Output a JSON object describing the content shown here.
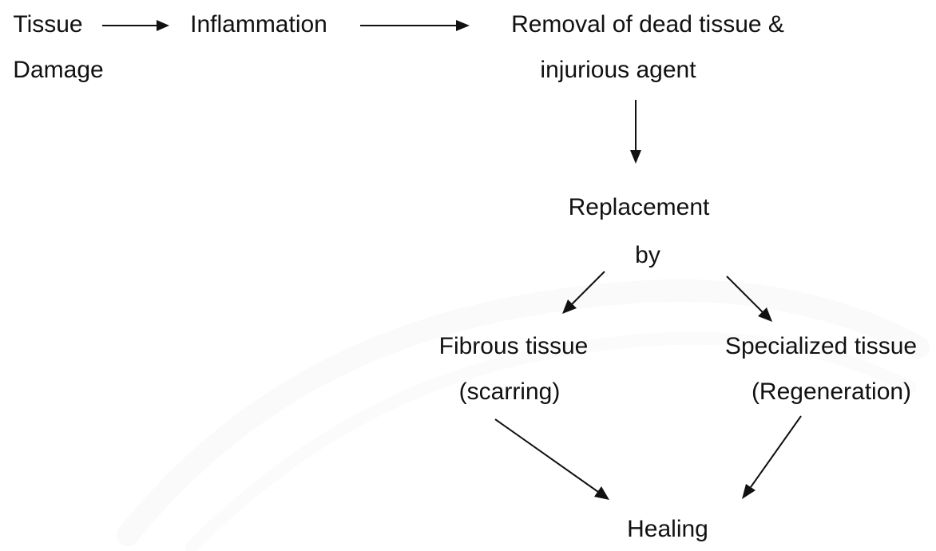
{
  "nodes": {
    "tissue": "Tissue",
    "damage": "Damage",
    "inflammation": "Inflammation",
    "removal_line1": "Removal of dead tissue &",
    "removal_line2": "injurious agent",
    "replacement": "Replacement",
    "by": "by",
    "fibrous_line1": "Fibrous tissue",
    "fibrous_line2": "(scarring)",
    "specialized_line1": "Specialized tissue",
    "specialized_line2": "(Regeneration)",
    "healing": "Healing"
  },
  "colors": {
    "background": "#ffffff",
    "ink": "#111111"
  }
}
